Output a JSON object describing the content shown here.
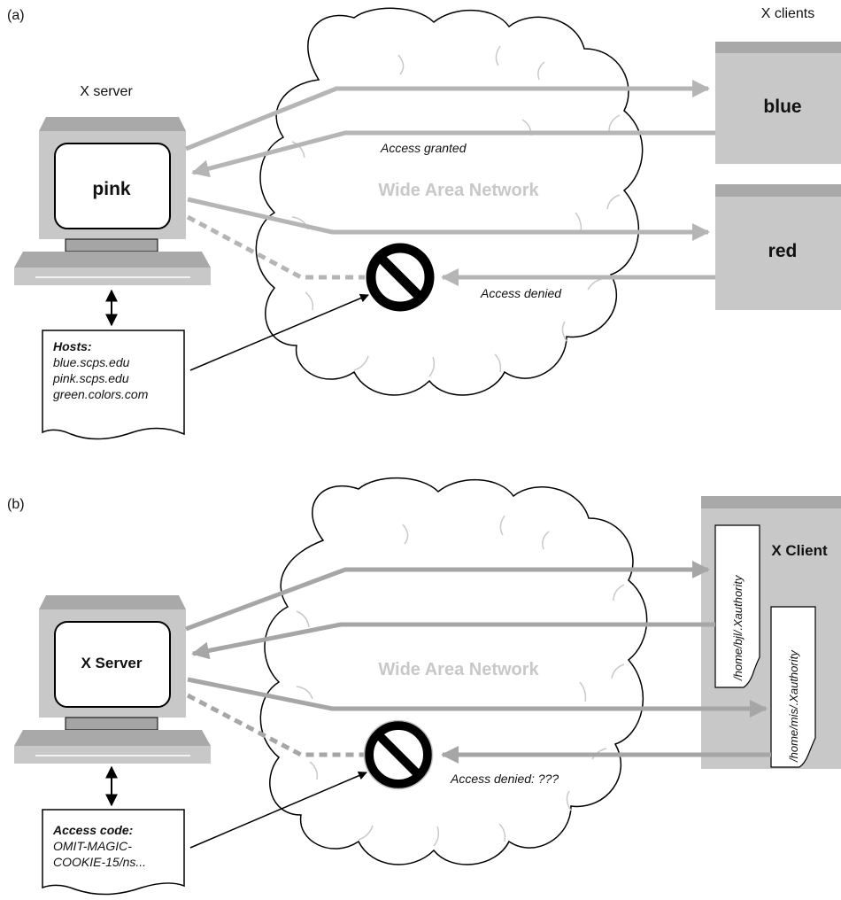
{
  "panel_a": {
    "label": "(a)",
    "server_heading": "X server",
    "server_name": "pink",
    "clients_heading": "X clients",
    "client_1": "blue",
    "client_2": "red",
    "network": "Wide Area Network",
    "granted": "Access granted",
    "denied": "Access denied",
    "doc_title": "Hosts:",
    "doc_lines": [
      "blue.scps.edu",
      "pink.scps.edu",
      "green.colors.com"
    ]
  },
  "panel_b": {
    "label": "(b)",
    "server_name": "X Server",
    "client_name": "X Client",
    "network": "Wide Area Network",
    "auth_1": "/home/bjl/.Xauthority",
    "auth_2": "/home/mis/.Xauthority",
    "denied": "Access denied: ???",
    "doc_title": "Access code:",
    "doc_lines": [
      "OMIT-MAGIC-",
      "COOKIE-15/ns..."
    ]
  },
  "colors": {
    "arrow": "#b5b5b5",
    "arrow_b": "#a6a6a6",
    "box_face": "#c8c8c8",
    "box_top": "#a9a9a9",
    "outline": "#000000"
  }
}
